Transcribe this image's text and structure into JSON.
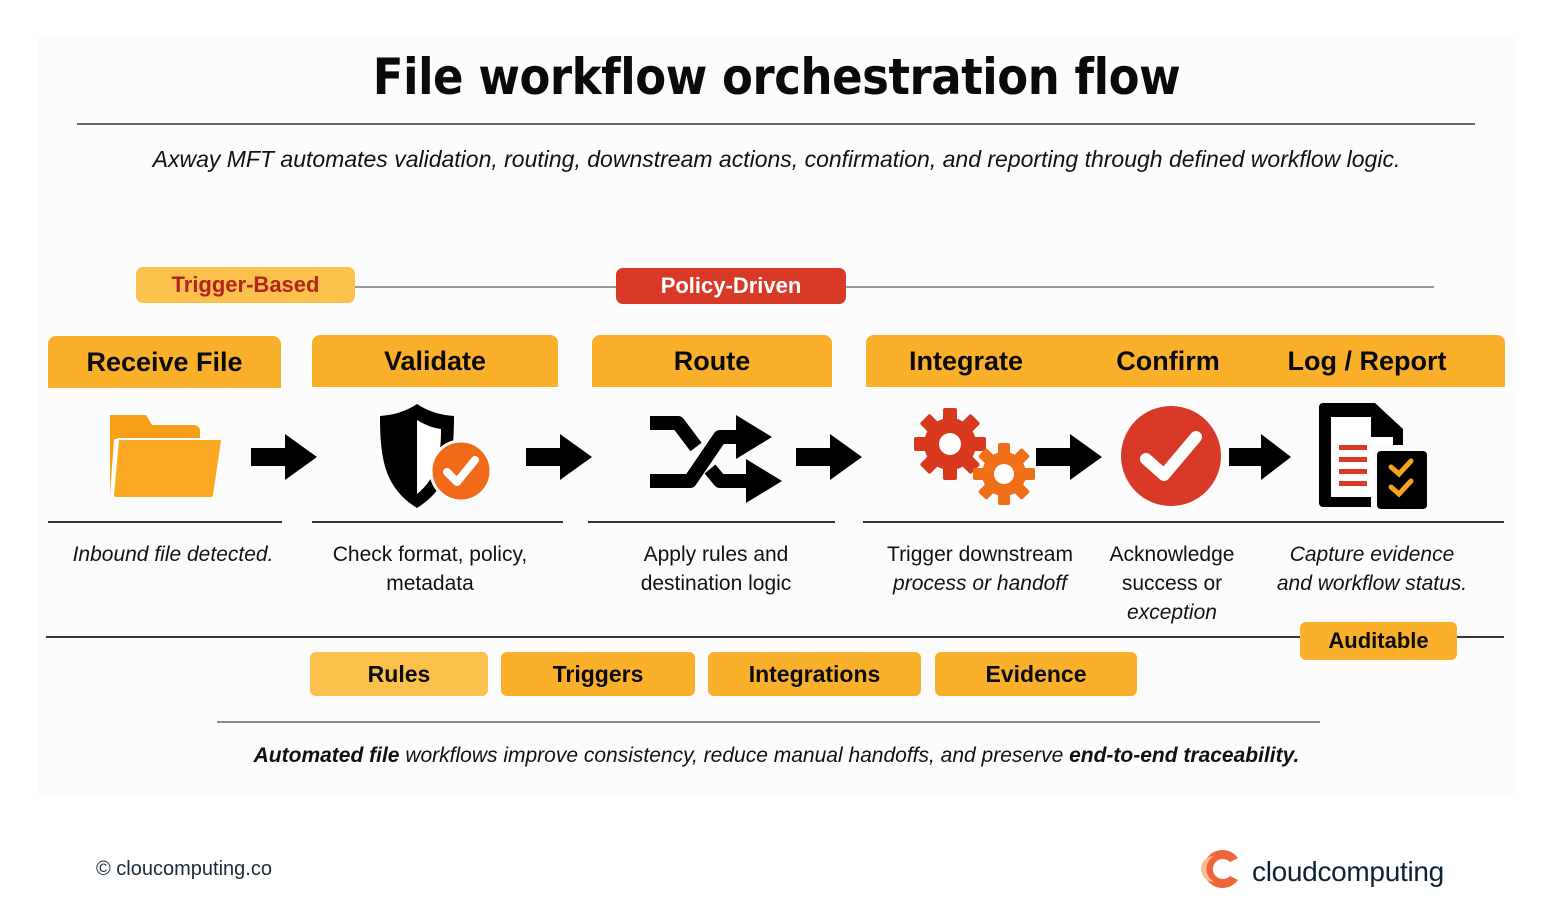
{
  "header": {
    "title": "File workflow orchestration flow",
    "subtitle": "Axway MFT automates validation, routing, downstream actions, confirmation, and reporting through defined workflow logic."
  },
  "tags": {
    "trigger": "Trigger-Based",
    "policy": "Policy-Driven"
  },
  "steps": [
    {
      "title": "Receive File",
      "icon": "folder-icon",
      "description": "Inbound file detected.",
      "italic": true
    },
    {
      "title": "Validate",
      "icon": "shield-check-icon",
      "description": "Check format, policy, metadata",
      "italic": false
    },
    {
      "title": "Route",
      "icon": "shuffle-arrows-icon",
      "description": "Apply rules and destination logic",
      "italic": false
    },
    {
      "title": "Integrate",
      "icon": "gears-icon",
      "description": "Trigger downstream process or handoff",
      "italic": false
    },
    {
      "title": "Confirm",
      "icon": "check-circle-icon",
      "description": "Acknowledge success or exception",
      "italic": false
    },
    {
      "title": "Log / Report",
      "icon": "report-checklist-icon",
      "description": "Capture evidence and workflow status.",
      "italic": true
    }
  ],
  "desc_lines": {
    "receive": [
      "Inbound file detected."
    ],
    "validate": [
      "Check format, policy,",
      "metadata"
    ],
    "route": [
      "Apply rules and",
      "destination logic"
    ],
    "integrate": [
      "Trigger downstream",
      "process or handoff"
    ],
    "confirm": [
      "Acknowledge",
      "success or",
      "exception"
    ],
    "log": [
      "Capture evidence",
      "and workflow status."
    ]
  },
  "badge": "Auditable",
  "pills": [
    "Rules",
    "Triggers",
    "Integrations",
    "Evidence"
  ],
  "footer": {
    "note_part1": "Automated file",
    "note_part2": " workflows improve consistency, reduce manual handoffs, and preserve ",
    "note_part3": "end-to-end traceability.",
    "copyright": "© cloucomputing.co",
    "brand": "cloudcomputing"
  },
  "colors": {
    "orange": "#fbb02c",
    "light_orange": "#fcc04d",
    "red": "#d93a27",
    "deep_orange": "#f07019",
    "dark_text": "#0a0a0a",
    "brand_navy": "#0f2233"
  }
}
